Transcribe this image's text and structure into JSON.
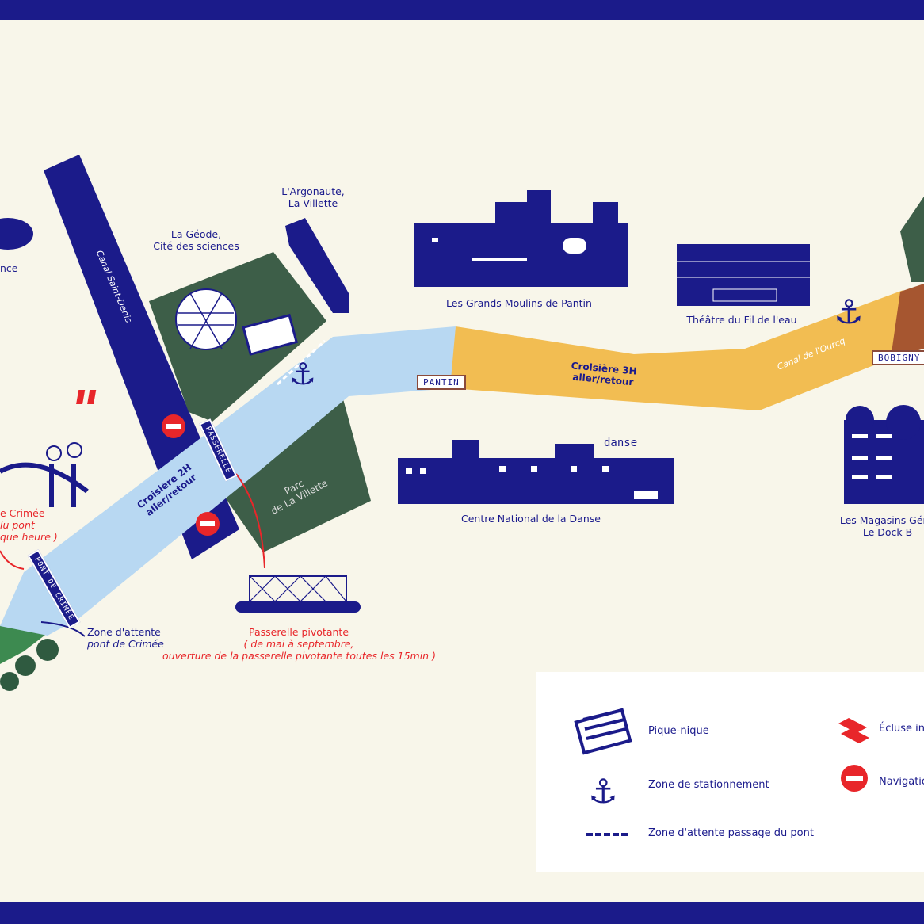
{
  "colors": {
    "navy": "#1b1b8a",
    "water": "#b8d8f2",
    "orange": "#f2bd52",
    "green": "#3d5e48",
    "red": "#e8262a",
    "paper": "#f8f6ea"
  },
  "labels": {
    "geode": "La Géode,\nCité des sciences",
    "argonaute": "L'Argonaute,\nLa Villette",
    "moulins": "Les Grands Moulins de Pantin",
    "theatre": "Théâtre du Fil de l'eau",
    "cnd": "Centre National de la Danse",
    "cnd_sign": "danse",
    "magasins": "Les Magasins Géné\nLe Dock B",
    "left_edge": "nce",
    "canal_saint_denis": "Canal Saint-Denis",
    "canal_ourcq": "Canal de l'Ourcq",
    "croisiere_3h": "Croisière 3H\naller/retour",
    "croisiere_2h": "Croisière 2H\naller/retour",
    "parc": "Parc\nde La Villette",
    "pantin": "PANTIN",
    "bobigny": "BOBIGNY",
    "passerelle_sign": "PASSERELLE",
    "pont_crimee_sign": "PONT DE CRIMÉE",
    "crimee_note_1": "e Crimée",
    "crimee_note_2": "lu pont",
    "crimee_note_3": "que heure )",
    "zone_attente": "Zone d'attente",
    "zone_attente_sub": "pont de Crimée",
    "passerelle_title": "Passerelle pivotante",
    "passerelle_line1": "( de mai à septembre,",
    "passerelle_line2": "ouverture de la passerelle pivotante toutes les 15min )"
  },
  "legend": {
    "items": [
      {
        "icon": "picnic-basket-icon",
        "label": "Pique-nique"
      },
      {
        "icon": "anchor-icon",
        "label": "Zone de stationnement"
      },
      {
        "icon": "dashed-line-icon",
        "label": "Zone d'attente passage du pont"
      },
      {
        "icon": "lock-icon",
        "label": "Écluse in"
      },
      {
        "icon": "no-entry-icon",
        "label": "Navigatio"
      }
    ]
  }
}
